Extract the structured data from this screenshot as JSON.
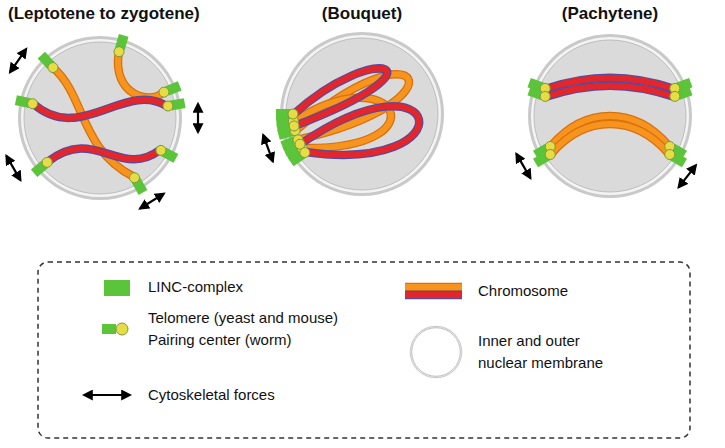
{
  "diagram": {
    "labels": [
      "(Leptotene to zygotene)",
      "(Bouquet)",
      "(Pachytene)"
    ],
    "legend": [
      {
        "text": "LINC-complex",
        "color": "#5cc43a"
      },
      {
        "text": "Telomere (yeast and mouse) Pairing center (worm)"
      },
      {
        "text": "Cytoskeletal forces"
      },
      {
        "text": "Chromosome"
      },
      {
        "text": "Inner and outer nuclear membrane"
      }
    ]
  }
}
